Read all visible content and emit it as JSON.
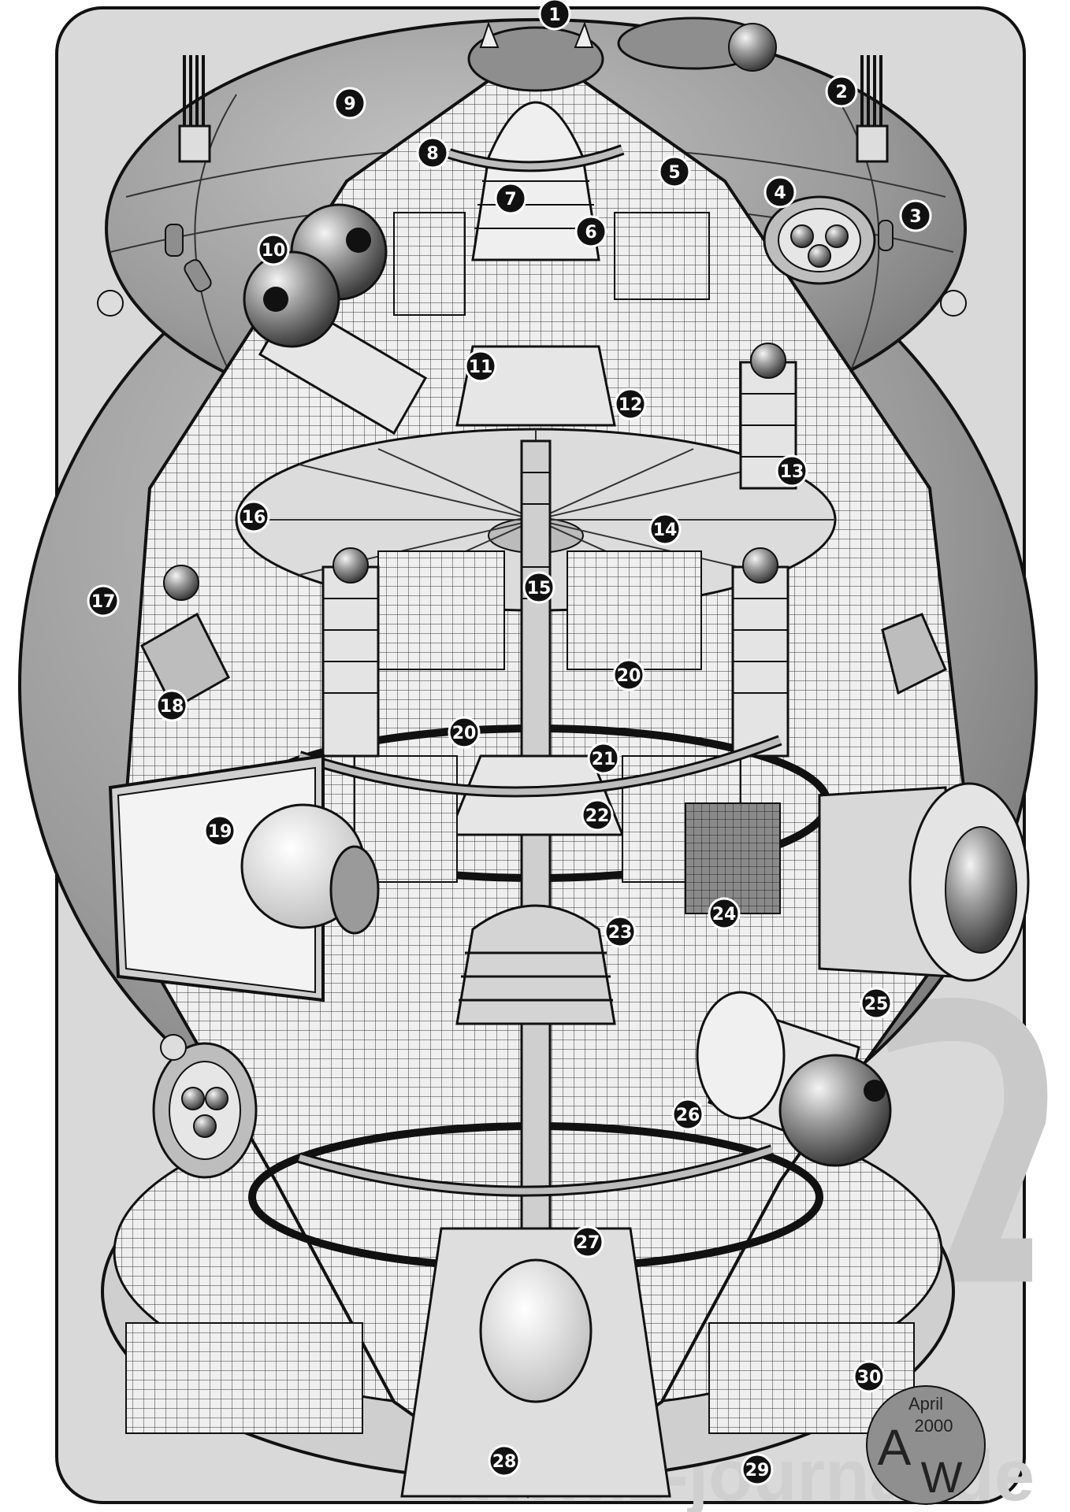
{
  "callouts": [
    {
      "label": "1"
    },
    {
      "label": "2"
    },
    {
      "label": "3"
    },
    {
      "label": "4"
    },
    {
      "label": "5"
    },
    {
      "label": "6"
    },
    {
      "label": "7"
    },
    {
      "label": "8"
    },
    {
      "label": "9"
    },
    {
      "label": "10"
    },
    {
      "label": "11"
    },
    {
      "label": "12"
    },
    {
      "label": "13"
    },
    {
      "label": "14"
    },
    {
      "label": "15"
    },
    {
      "label": "16"
    },
    {
      "label": "17"
    },
    {
      "label": "18"
    },
    {
      "label": "19"
    },
    {
      "label": "20"
    },
    {
      "label": "20"
    },
    {
      "label": "21"
    },
    {
      "label": "22"
    },
    {
      "label": "23"
    },
    {
      "label": "24"
    },
    {
      "label": "25"
    },
    {
      "label": "26"
    },
    {
      "label": "27"
    },
    {
      "label": "28"
    },
    {
      "label": "29"
    },
    {
      "label": "30"
    }
  ],
  "signature": {
    "month": "April",
    "year": "2000",
    "initial_a": "A",
    "initial_w": "W"
  },
  "watermark": {
    "text": "www.z-journal.de"
  },
  "colors": {
    "hull": "#9a9a9a",
    "hull_dark": "#6e6e6e",
    "hull_light": "#c8c8c8",
    "interior": "#e8e8e8",
    "line": "#111111",
    "callout_fill": "#111111"
  }
}
